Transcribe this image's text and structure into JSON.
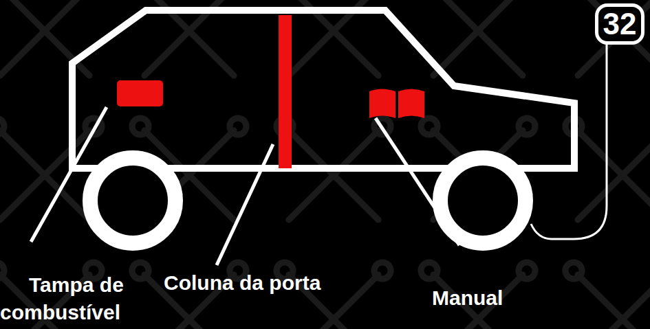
{
  "diagram": {
    "nodes": [
      {
        "text": [
          "32"
        ]
      }
    ],
    "labels": [
      "Tampa de combustível",
      "Coluna da porta",
      "Manual"
    ]
  }
}
